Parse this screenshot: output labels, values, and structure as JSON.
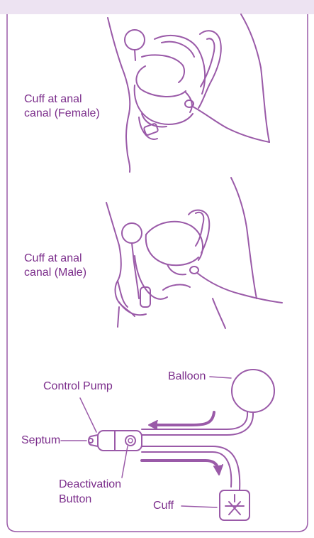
{
  "colors": {
    "ink": "#7b2d8b",
    "line": "#9a5aa8",
    "band": "#ede3f2",
    "background": "#ffffff"
  },
  "labels": {
    "female_line1": "Cuff at anal",
    "female_line2": "canal (Female)",
    "male_line1": "Cuff at anal",
    "male_line2": "canal (Male)",
    "control_pump": "Control Pump",
    "balloon": "Balloon",
    "septum": "Septum",
    "deactivation_line1": "Deactivation",
    "deactivation_line2": "Button",
    "cuff": "Cuff"
  }
}
